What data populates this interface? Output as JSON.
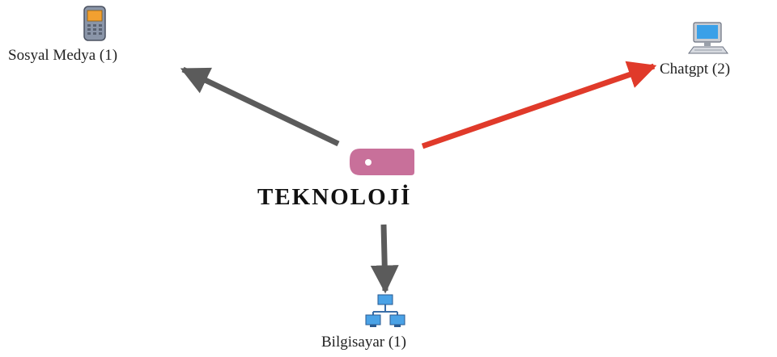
{
  "center": {
    "label": "TEKNOLOJİ",
    "color": "#c8709a",
    "icon": "tag-icon"
  },
  "nodes": [
    {
      "id": "sosyal",
      "label": "Sosyal Medya (1)",
      "icon": "mobile-phone-icon"
    },
    {
      "id": "chatgpt",
      "label": "Chatgpt (2)",
      "icon": "desktop-computer-icon"
    },
    {
      "id": "bilgisayar",
      "label": "Bilgisayar (1)",
      "icon": "network-computers-icon"
    }
  ],
  "edges": [
    {
      "to": "sosyal",
      "color": "#5b5b5b"
    },
    {
      "to": "chatgpt",
      "color": "#e03a2a"
    },
    {
      "to": "bilgisayar",
      "color": "#5b5b5b"
    }
  ]
}
